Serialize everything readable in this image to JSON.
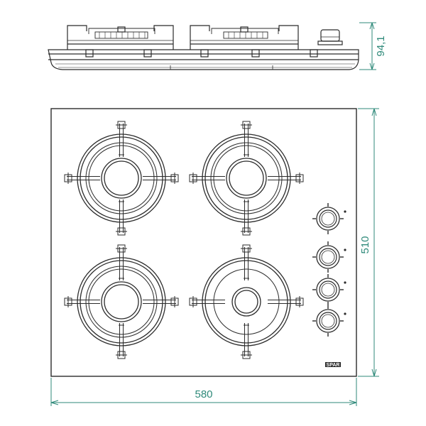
{
  "dimensions": {
    "height": "94,1",
    "depth": "510",
    "width": "580"
  },
  "brand": "SPAR",
  "colors": {
    "line": "#2b2b2b",
    "dimension": "#2f8a7a",
    "background": "#ffffff"
  },
  "icons": {
    "burner": "gas-burner-icon",
    "knob": "control-knob-icon"
  },
  "burner_count": 4,
  "knob_count": 4
}
